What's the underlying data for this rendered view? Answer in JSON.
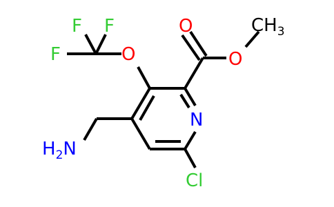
{
  "colors": {
    "bond": "#000000",
    "oxygen": "#ff0000",
    "nitrogen": "#0000ff",
    "fluorine": "#33cc33",
    "chlorine": "#33cc33",
    "carbon": "#000000"
  },
  "atoms": {
    "o_carbonyl": "O",
    "o_ester": "O",
    "methyl": "CH",
    "methyl_sub": "3",
    "o_ether": "O",
    "f_top_left": "F",
    "f_top_right": "F",
    "f_left": "F",
    "n_ring": "N",
    "n_amine": "H",
    "n_amine_sub": "2",
    "n_amine_letter": "N",
    "cl": "Cl"
  }
}
